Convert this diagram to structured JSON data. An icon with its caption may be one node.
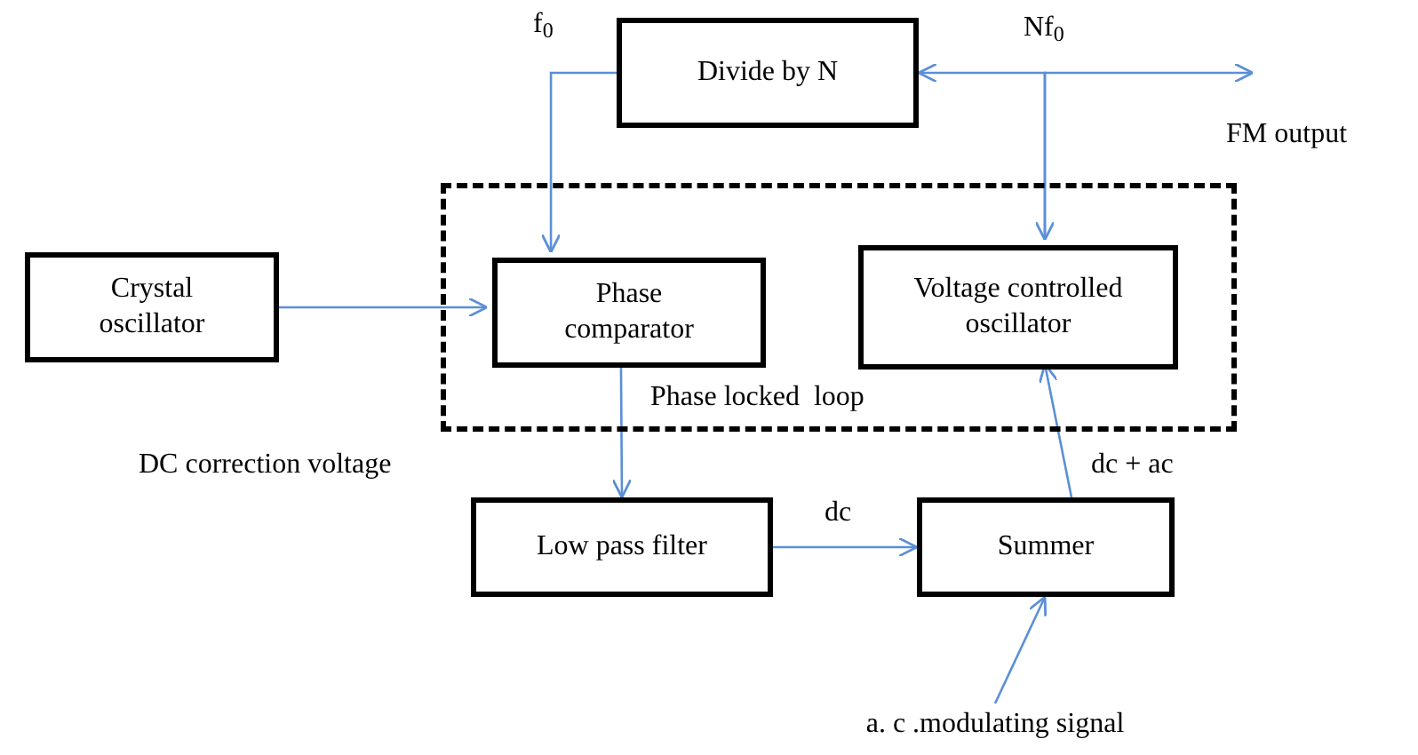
{
  "diagram": {
    "nodes": [
      {
        "text": [
          "Phase locked  loop"
        ]
      },
      {
        "text": [
          "Divide by N"
        ]
      },
      {
        "text": [
          "Crystal oscillator"
        ]
      },
      {
        "text": [
          "Phase comparator"
        ],
        "in": 0
      },
      {
        "text": [
          "Voltage controlled oscillator"
        ],
        "in": 0
      },
      {
        "text": [
          "Low pass filter"
        ]
      },
      {
        "text": [
          "Summer"
        ]
      },
      {
        "text": [
          "a. c .modulating signal"
        ]
      }
    ],
    "edges": [
      {
        "from": 1,
        "to": 3,
        "arrow": "to",
        "label": "f$_{0}$"
      },
      {
        "from": 4,
        "to": 1,
        "arrow": "both",
        "label": "Nf$_{0}$"
      },
      {
        "from": 4,
        "to": null,
        "arrow": "to"
      },
      {
        "from": 2,
        "to": 3,
        "arrow": "to"
      },
      {
        "from": 3,
        "to": 5,
        "arrow": "to"
      },
      {
        "from": 5,
        "to": 6,
        "arrow": "to",
        "label": "dc"
      },
      {
        "from": 6,
        "to": 4,
        "arrow": "to",
        "label": "dc + ac"
      },
      {
        "from": 7,
        "to": 6,
        "arrow": "to"
      }
    ],
    "labels": [
      "FM output",
      "DC correction voltage"
    ]
  }
}
